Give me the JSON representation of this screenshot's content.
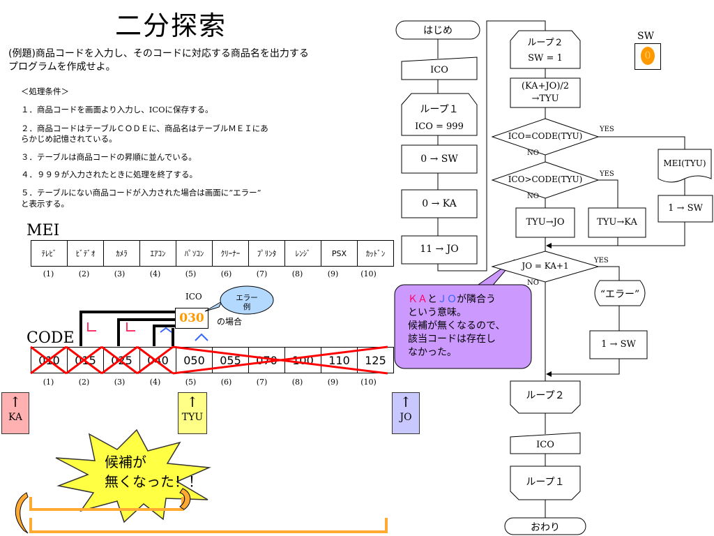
{
  "title": "二分探索",
  "problem": {
    "line1": "(例題)商品コードを入力し、そのコードに対応する商品名を出力する",
    "line2": "プログラムを作成せよ。"
  },
  "conditions": {
    "header": "＜処理条件＞",
    "c1": "１．商品コードを画面より入力し、ICOに保存する。",
    "c2a": "２．商品コードはテーブルＣＯＤＥに、商品名はテーブルＭＥＩにあ",
    "c2b": "らかじめ記憶されている。",
    "c3": "３．テーブルは商品コードの昇順に並んでいる。",
    "c4": "４．９９９が入力されたときに処理を終了する。",
    "c5a": "５．テーブルにない商品コードが入力された場合は画面に”エラー”",
    "c5b": "と表示する。"
  },
  "mei": {
    "label": "MEI",
    "items": [
      "ﾃﾚﾋﾞ",
      "ﾋﾞﾃﾞｵ",
      "ｶﾒﾗ",
      "ｴｱｺﾝ",
      "ﾊﾟｿｺﾝ",
      "ｸﾘｰﾅｰ",
      "ﾌﾟﾘﾝﾀ",
      "ﾚﾝｼﾞ",
      "PSX",
      "ｶｯﾄﾞﾝ"
    ],
    "indices": [
      "(1)",
      "(2)",
      "(3)",
      "(4)",
      "(5)",
      "(6)",
      "(7)",
      "(8)",
      "(9)",
      "(10)"
    ]
  },
  "code": {
    "label": "CODE",
    "items": [
      "010",
      "015",
      "025",
      "040",
      "050",
      "055",
      "070",
      "100",
      "110",
      "125"
    ],
    "indices": [
      "(1)",
      "(2)",
      "(3)",
      "(4)",
      "(5)",
      "(6)",
      "(7)",
      "(8)",
      "(9)",
      "(10)"
    ]
  },
  "ico": {
    "label": "ICO",
    "value": "030",
    "suffix": "の場合",
    "bubble_line1": "エラー",
    "bubble_line2": "例"
  },
  "pointers": {
    "ka": {
      "arrow": "↑",
      "label": "KA",
      "color": "#ffb0b0"
    },
    "tyu": {
      "arrow": "↑",
      "label": "TYU",
      "color": "#ffff88"
    },
    "jo": {
      "arrow": "↑",
      "label": "JO",
      "color": "#c8c8ff"
    }
  },
  "burst": {
    "line1": "候補が",
    "line2": "無くなった！！"
  },
  "note": {
    "line1a": "ＫＡ",
    "line1b": "と",
    "line1c": "ＪＯ",
    "line1d": "が隣合う",
    "line2": "という意味。",
    "line3": "候補が無くなるので、",
    "line4": "該当コードは存在し",
    "line5": "なかった。"
  },
  "sw": {
    "label": "SW",
    "value": "0"
  },
  "flow": {
    "start": "はじめ",
    "ico_in": "ICO",
    "loop1_top": "ループ１",
    "loop1_cond": "ICO = 999",
    "sw0": "0 → SW",
    "ka0": "0 → KA",
    "jo11": "11 → JO",
    "loop2_top": "ループ２",
    "loop2_cond": "SW = 1",
    "calc1": "(KA+JO)/2",
    "calc2": "→TYU",
    "dec1": "ICO=CODE(TYU)",
    "dec2": "ICO>CODE(TYU)",
    "dec3": "JO = KA+1",
    "yes": "YES",
    "no": "NO",
    "mei_out": "MEI(TYU)",
    "sw1a": "1 → SW",
    "tyu_jo": "TYU→JO",
    "tyu_ka": "TYU→KA",
    "err_out": "“エラー”",
    "sw1b": "1 → SW",
    "loop2_end": "ループ２",
    "ico_in2": "ICO",
    "loop1_end": "ループ１",
    "end": "おわり"
  },
  "colors": {
    "ka_text": "#ff0066",
    "jo_text": "#3366ff",
    "note_bg": "#cc99ff",
    "bubble_bg": "#b3d9ff",
    "cross": "#ff0000",
    "bracket": "#ffaa33",
    "ico_value": "#ff9900",
    "burst": "#ffff44"
  }
}
